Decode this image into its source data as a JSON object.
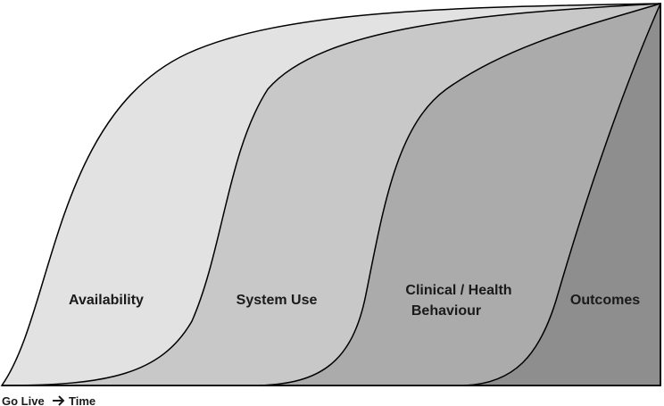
{
  "diagram": {
    "stages": [
      {
        "lines": [
          "Availability"
        ],
        "fill": "#e2e2e2"
      },
      {
        "lines": [
          "System Use"
        ],
        "fill": "#c8c8c8"
      },
      {
        "lines": [
          "Clinical / Health",
          "Behaviour"
        ],
        "fill": "#ababab"
      },
      {
        "lines": [
          "Outcomes"
        ],
        "fill": "#8e8e8e"
      }
    ],
    "axis": {
      "start": "Go Live",
      "arrow_icon": "right-arrow-icon",
      "end": "Time"
    },
    "colors": {
      "stroke": "#000000",
      "text": "#1a1a1a"
    }
  }
}
